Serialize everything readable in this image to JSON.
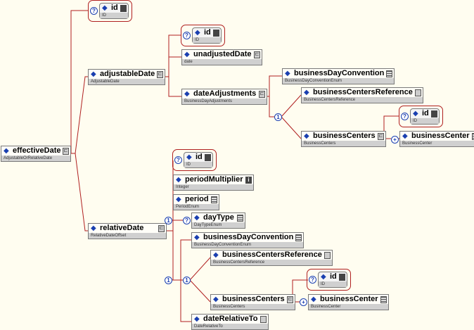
{
  "colors": {
    "wire": "#b02020",
    "accent": "#1a3fb0"
  },
  "nodes": [
    {
      "key": "effectiveDate",
      "name": "effectiveDate",
      "type": "AdjustableOrRelativeDate",
      "icon": "complex"
    },
    {
      "key": "id1",
      "name": "id",
      "type": "ID",
      "icon": "simple",
      "optional": true
    },
    {
      "key": "adjustableDate",
      "name": "adjustableDate",
      "type": "AdjustableDate",
      "icon": "complex"
    },
    {
      "key": "id2",
      "name": "id",
      "type": "ID",
      "icon": "simple",
      "optional": true
    },
    {
      "key": "unadjustedDate",
      "name": "unadjustedDate",
      "type": "date",
      "icon": "complex"
    },
    {
      "key": "dateAdjustments",
      "name": "dateAdjustments",
      "type": "BusinessDayAdjustments",
      "icon": "complex"
    },
    {
      "key": "bdc1",
      "name": "businessDayConvention",
      "type": "BusinessDayConventionEnum",
      "icon": "enum"
    },
    {
      "key": "bcr1",
      "name": "businessCentersReference",
      "type": "BusinessCentersReference",
      "icon": "empty"
    },
    {
      "key": "bcs1",
      "name": "businessCenters",
      "type": "BusinessCenters",
      "icon": "complex"
    },
    {
      "key": "id3",
      "name": "id",
      "type": "ID",
      "icon": "simple",
      "optional": true
    },
    {
      "key": "bc1",
      "name": "businessCenter",
      "type": "BusinessCenter",
      "icon": "enum"
    },
    {
      "key": "relativeDate",
      "name": "relativeDate",
      "type": "RelativeDateOffset",
      "icon": "complex"
    },
    {
      "key": "id4",
      "name": "id",
      "type": "ID",
      "icon": "simple",
      "optional": true
    },
    {
      "key": "periodMultiplier",
      "name": "periodMultiplier",
      "type": "Integer",
      "icon": "info"
    },
    {
      "key": "period",
      "name": "period",
      "type": "PeriodEnum",
      "icon": "enum"
    },
    {
      "key": "dayType",
      "name": "dayType",
      "type": "DayTypeEnum",
      "icon": "enum"
    },
    {
      "key": "bdc2",
      "name": "businessDayConvention",
      "type": "BusinessDayConventionEnum",
      "icon": "enum"
    },
    {
      "key": "bcr2",
      "name": "businessCentersReference",
      "type": "BusinessCentersReference",
      "icon": "empty"
    },
    {
      "key": "bcs2",
      "name": "businessCenters",
      "type": "BusinessCenters",
      "icon": "complex"
    },
    {
      "key": "id5",
      "name": "id",
      "type": "ID",
      "icon": "simple",
      "optional": true
    },
    {
      "key": "bc2",
      "name": "businessCenter",
      "type": "BusinessCenter",
      "icon": "enum"
    },
    {
      "key": "dateRelativeTo",
      "name": "dateRelativeTo",
      "type": "DateRelativeTo",
      "icon": "empty"
    }
  ],
  "markers": {
    "choice": "1",
    "optional": "?",
    "plus": "+"
  }
}
